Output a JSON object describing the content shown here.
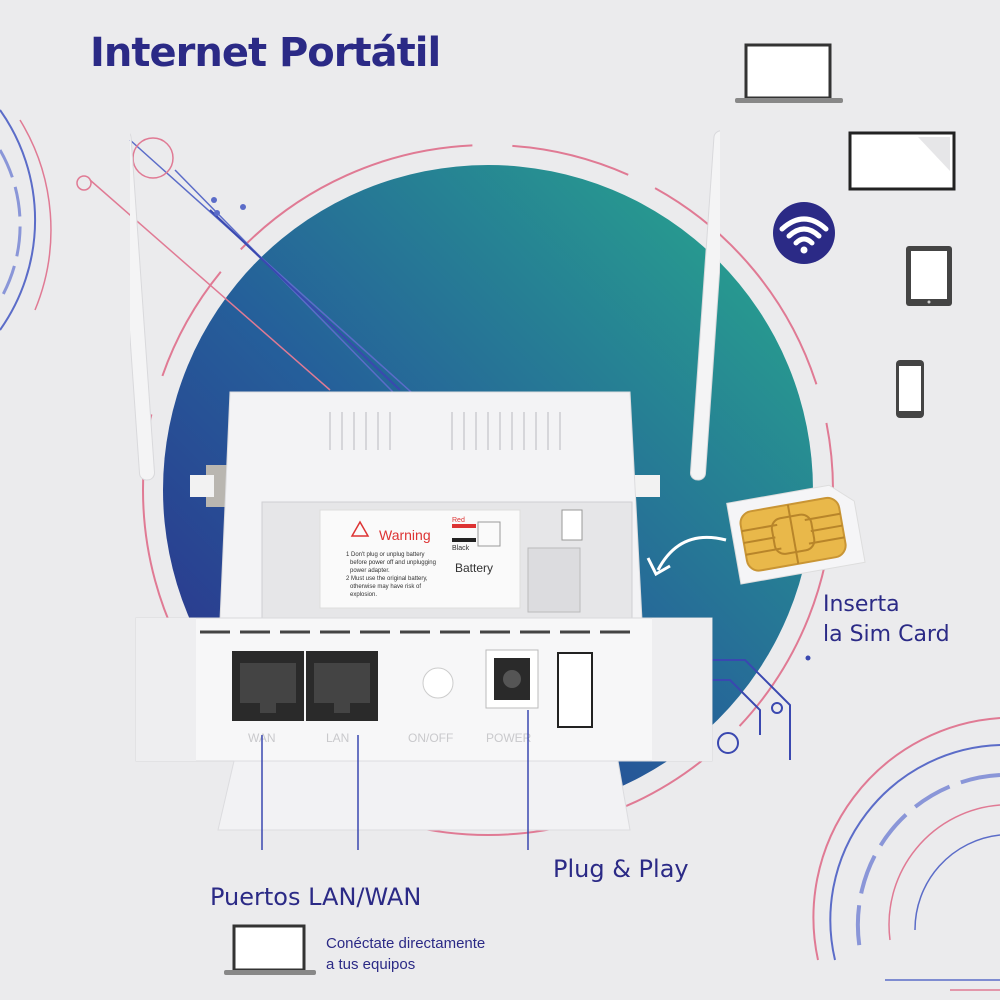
{
  "title": "Internet Portátil",
  "callouts": {
    "sim_line1": "Inserta",
    "sim_line2": "la Sim Card",
    "plug": "Plug & Play",
    "ports": "Puertos LAN/WAN",
    "connect_line1": "Conéctate directamente",
    "connect_line2": "a tus equipos"
  },
  "device_labels": {
    "warning": "Warning",
    "red": "Red",
    "black": "Black",
    "battery": "Battery",
    "note1": "1 Don't plug or unplug battery",
    "note2": "before power off and unplugging",
    "note3": "power adapter.",
    "note4": "2 Must use the original battery,",
    "note5": "otherwise may have risk of",
    "note6": "explosion.",
    "port_wan": "WAN",
    "port_lan": "LAN",
    "onoff": "ON/OFF",
    "power": "POWER"
  },
  "icons": [
    "laptop-icon",
    "tv-icon",
    "wifi-icon",
    "tablet-icon",
    "smartphone-icon",
    "sim-card-icon"
  ],
  "colors": {
    "brand": "#2b2a86",
    "gradient_start": "#2d2d8c",
    "gradient_end": "#28a88e",
    "accent_pink": "#e0728a",
    "line_blue": "#3a48b0"
  }
}
